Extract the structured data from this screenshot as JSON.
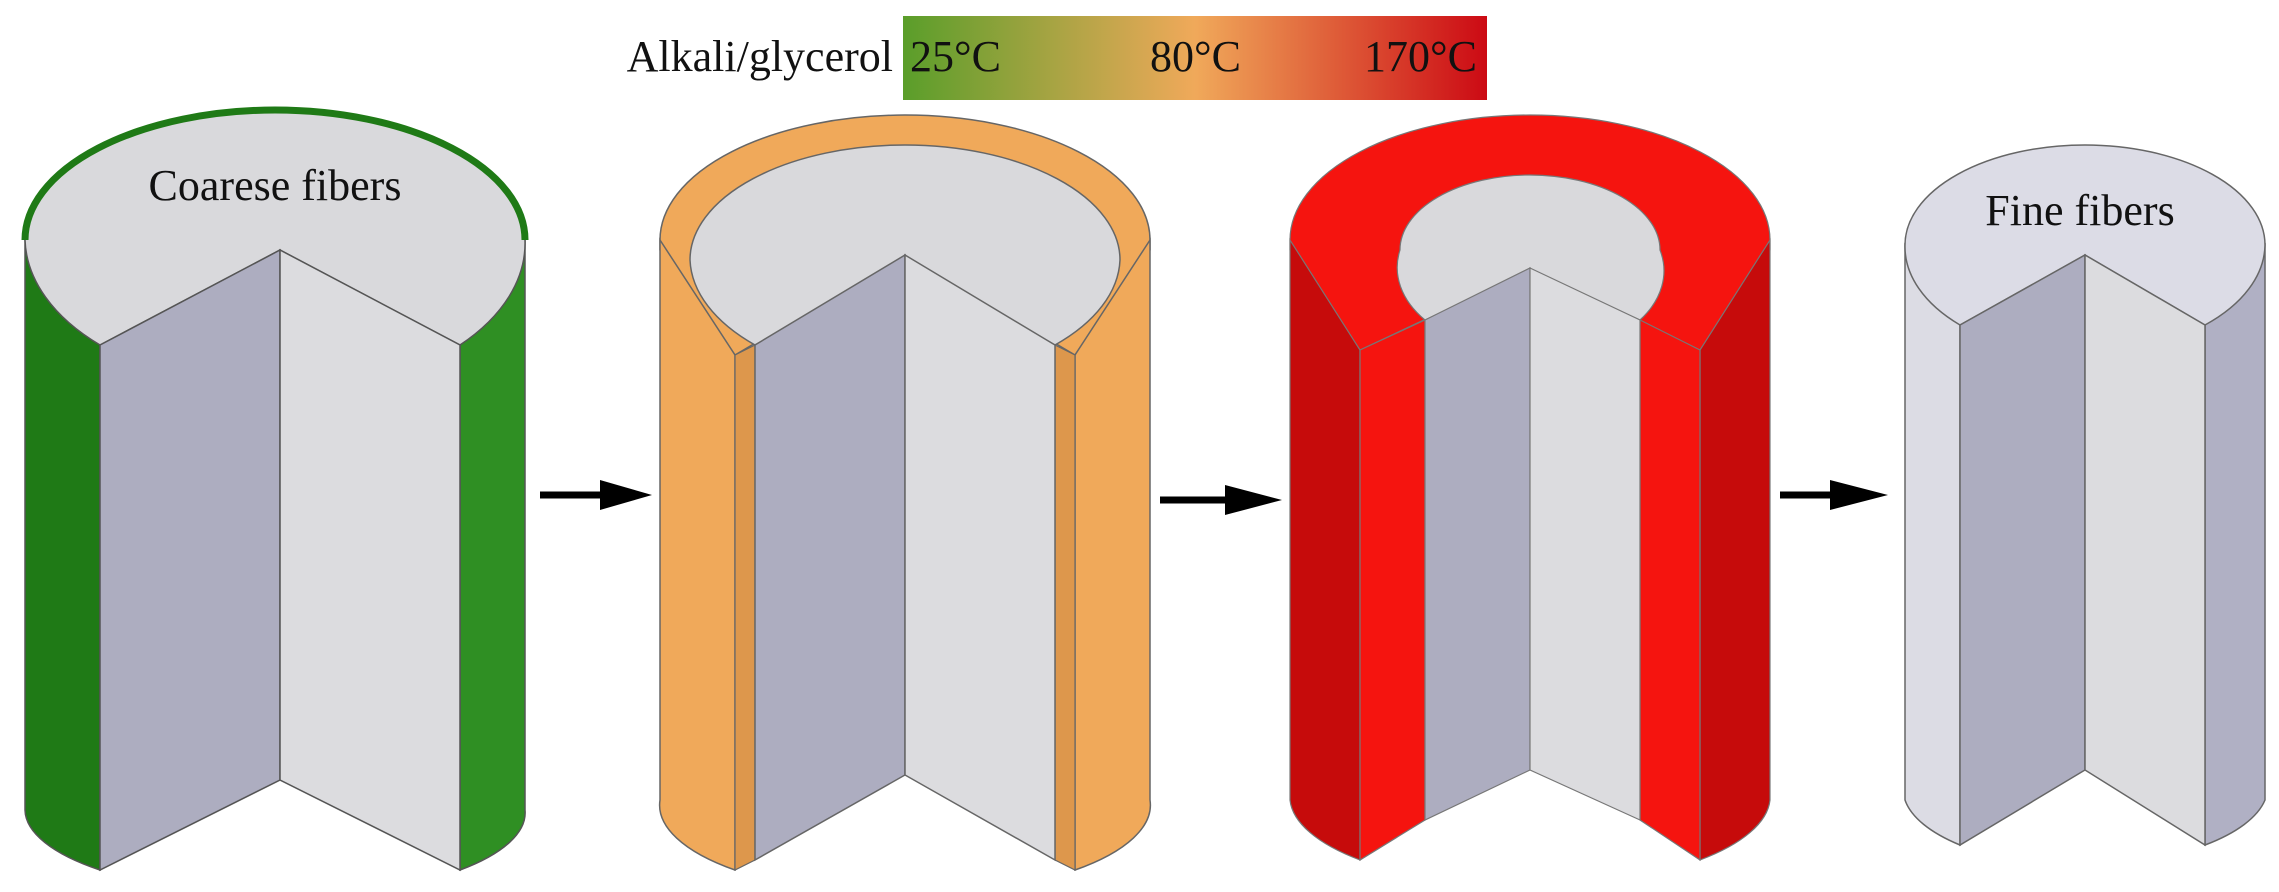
{
  "legend": {
    "label": "Alkali/glycerol",
    "stops": [
      "25°C",
      "80°C",
      "170°C"
    ],
    "colors": [
      "#5a9e2a",
      "#f0a95a",
      "#cc0a14"
    ]
  },
  "fibers": [
    {
      "label": "Coarese fibers",
      "layer_color": "#2f8f23",
      "layer_color_dark": "#1f7a16"
    },
    {
      "label": "",
      "layer_color": "#f0a95a",
      "layer_color_dark": "#dd974c"
    },
    {
      "label": "",
      "layer_color": "#f5140f",
      "layer_color_dark": "#c60b0b"
    },
    {
      "label": "Fine fibers",
      "layer_color": "#dcdce6",
      "layer_color_dark": "#b0b0c4"
    }
  ],
  "core_colors": {
    "top": "#d9d9dc",
    "left_face": "#adadc0",
    "right_face": "#dcdcdf"
  }
}
